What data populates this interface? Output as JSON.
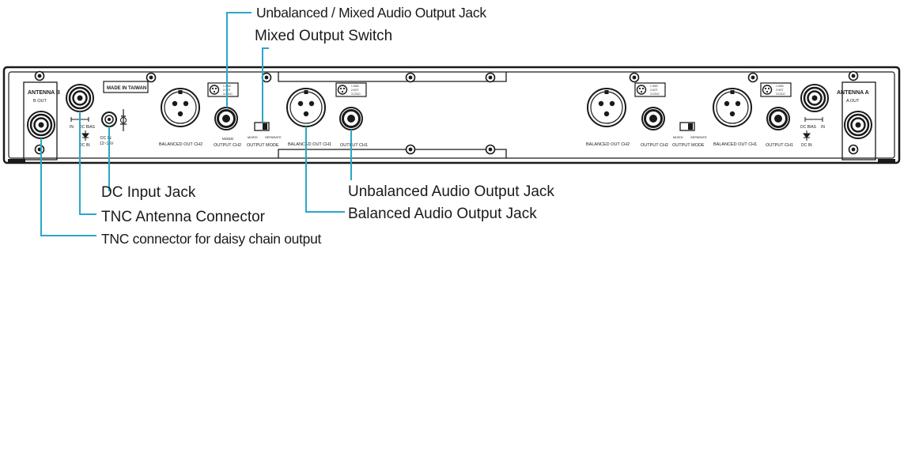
{
  "panel": {
    "antenna_b": "ANTENNA B",
    "b_out": "B OUT",
    "antenna_a": "ANTENNA A",
    "a_out": "A OUT",
    "in": "IN",
    "dc_bias": "DC BIAS",
    "dc_in": "DC IN",
    "made_in": "MADE IN TAIWAN",
    "dc_input": "DC IN",
    "dc_voltage": "12~15V",
    "balanced_out_ch2": "BALANCED OUT CH2",
    "balanced_out_ch1": "BALANCED OUT CH1",
    "output_ch2": "OUTPUT  CH2",
    "output_ch1": "OUTPUT  CH1",
    "mixed": "MIXED",
    "separate": "SEPARATE",
    "output_mode": "OUTPUT MODE",
    "pin1": "1.GND",
    "pin2": "2.HOT",
    "pin3": "3.COLD"
  },
  "callouts": {
    "unbalanced_mixed_jack": "Unbalanced / Mixed Audio Output Jack",
    "mixed_switch": "Mixed Output Switch",
    "dc_input_jack": "DC Input Jack",
    "tnc_antenna": "TNC Antenna Connector",
    "tnc_daisy": "TNC connector for daisy chain output",
    "unbalanced_jack": "Unbalanced Audio Output Jack",
    "balanced_jack": "Balanced Audio Output Jack"
  },
  "colors": {
    "leader": "#2aa7c9",
    "outline": "#1a1a1a"
  }
}
